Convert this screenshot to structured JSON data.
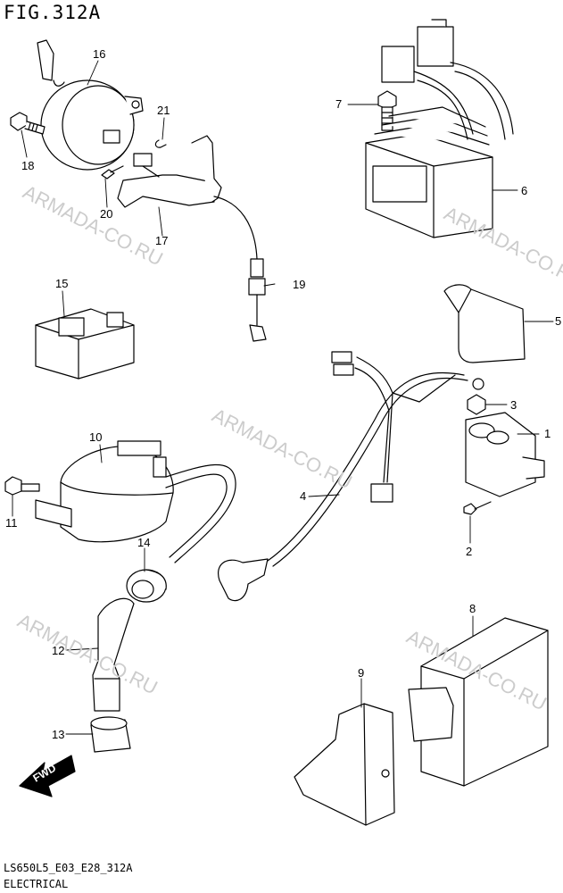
{
  "figure": {
    "title": "FIG.312A",
    "code": "LS650L5_E03_E28_312A",
    "name": "ELECTRICAL"
  },
  "watermark": "ARMADA-CO.RU",
  "fwd_label": "FWD",
  "callouts": [
    "1",
    "2",
    "3",
    "4",
    "5",
    "6",
    "7",
    "8",
    "9",
    "10",
    "11",
    "12",
    "13",
    "14",
    "15",
    "16",
    "17",
    "18",
    "19",
    "20",
    "21"
  ],
  "colors": {
    "line": "#000000",
    "fill": "#ffffff",
    "watermark": "#cccccc"
  }
}
